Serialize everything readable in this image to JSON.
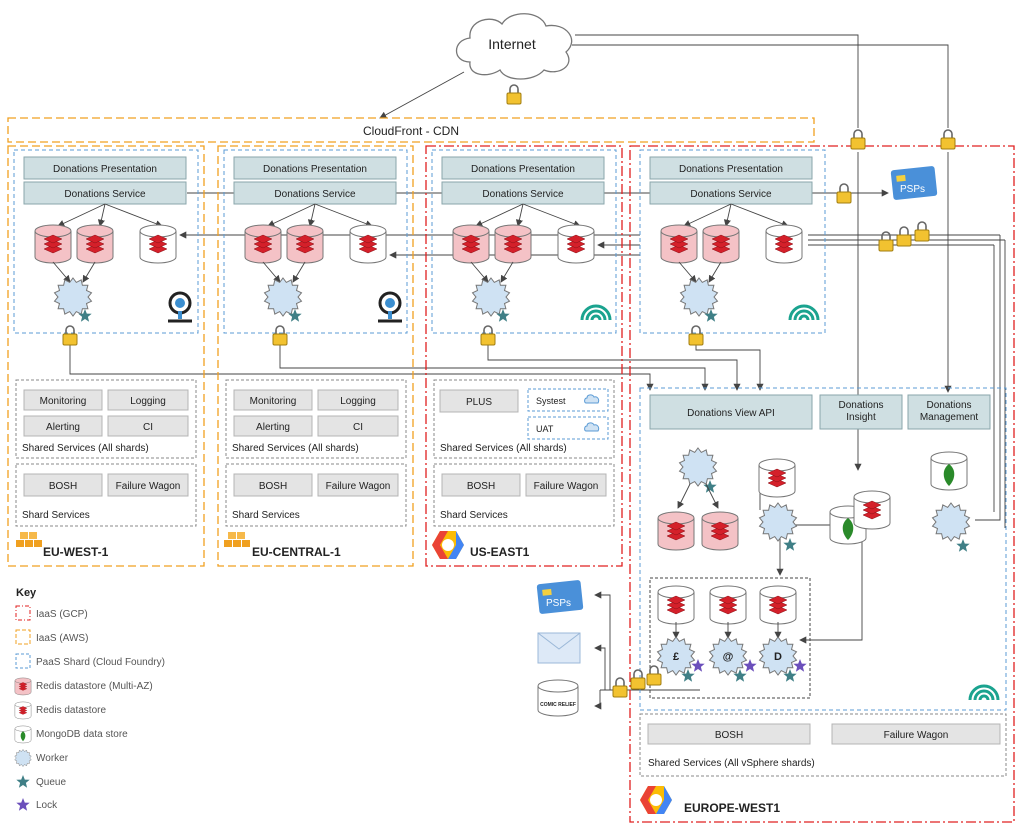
{
  "internet": "Internet",
  "cdn": "CloudFront - CDN",
  "psps": "PSPs",
  "comic_relief": "COMIC RELIEF",
  "regions": {
    "eu_west": {
      "name": "EU-WEST-1",
      "presentation": "Donations Presentation",
      "service": "Donations Service",
      "shared": [
        "Monitoring",
        "Logging",
        "Alerting",
        "CI"
      ],
      "shared_label": "Shared Services (All shards)",
      "shard": [
        "BOSH",
        "Failure Wagon"
      ],
      "shard_label": "Shard Services"
    },
    "eu_central": {
      "name": "EU-CENTRAL-1",
      "presentation": "Donations Presentation",
      "service": "Donations Service",
      "shared": [
        "Monitoring",
        "Logging",
        "Alerting",
        "CI"
      ],
      "shared_label": "Shared Services (All shards)",
      "shard": [
        "BOSH",
        "Failure Wagon"
      ],
      "shard_label": "Shard Services"
    },
    "us_east": {
      "name": "US-EAST1",
      "presentation": "Donations Presentation",
      "service": "Donations Service",
      "plus": "PLUS",
      "systest": "Systest",
      "uat": "UAT",
      "shared_label": "Shared Services (All shards)",
      "shard": [
        "BOSH",
        "Failure Wagon"
      ],
      "shard_label": "Shard Services"
    },
    "europe_west": {
      "name": "EUROPE-WEST1",
      "presentation": "Donations Presentation",
      "service": "Donations Service",
      "view_api": "Donations View API",
      "insight": "Donations Insight",
      "management": "Donations Management",
      "workers": [
        "£",
        "@",
        "D"
      ],
      "bosh": "BOSH",
      "failure_wagon": "Failure Wagon",
      "shared_label": "Shared Services (All vSphere shards)"
    }
  },
  "key": {
    "title": "Key",
    "items": [
      "IaaS (GCP)",
      "IaaS (AWS)",
      "PaaS Shard (Cloud Foundry)",
      "Redis datastore (Multi-AZ)",
      "Redis datastore",
      "MongoDB data store",
      "Worker",
      "Queue",
      "Lock"
    ]
  },
  "colors": {
    "gcp_border": "#e02020",
    "aws_border": "#f0a020",
    "paas_border": "#5b9bd5",
    "service_box": "#cfdfe2",
    "redis": "#d4202a",
    "mongo": "#2a8a2a",
    "worker": "#cfe2f3",
    "queue": "#3f7f86",
    "lock": "#6b4fbb"
  }
}
